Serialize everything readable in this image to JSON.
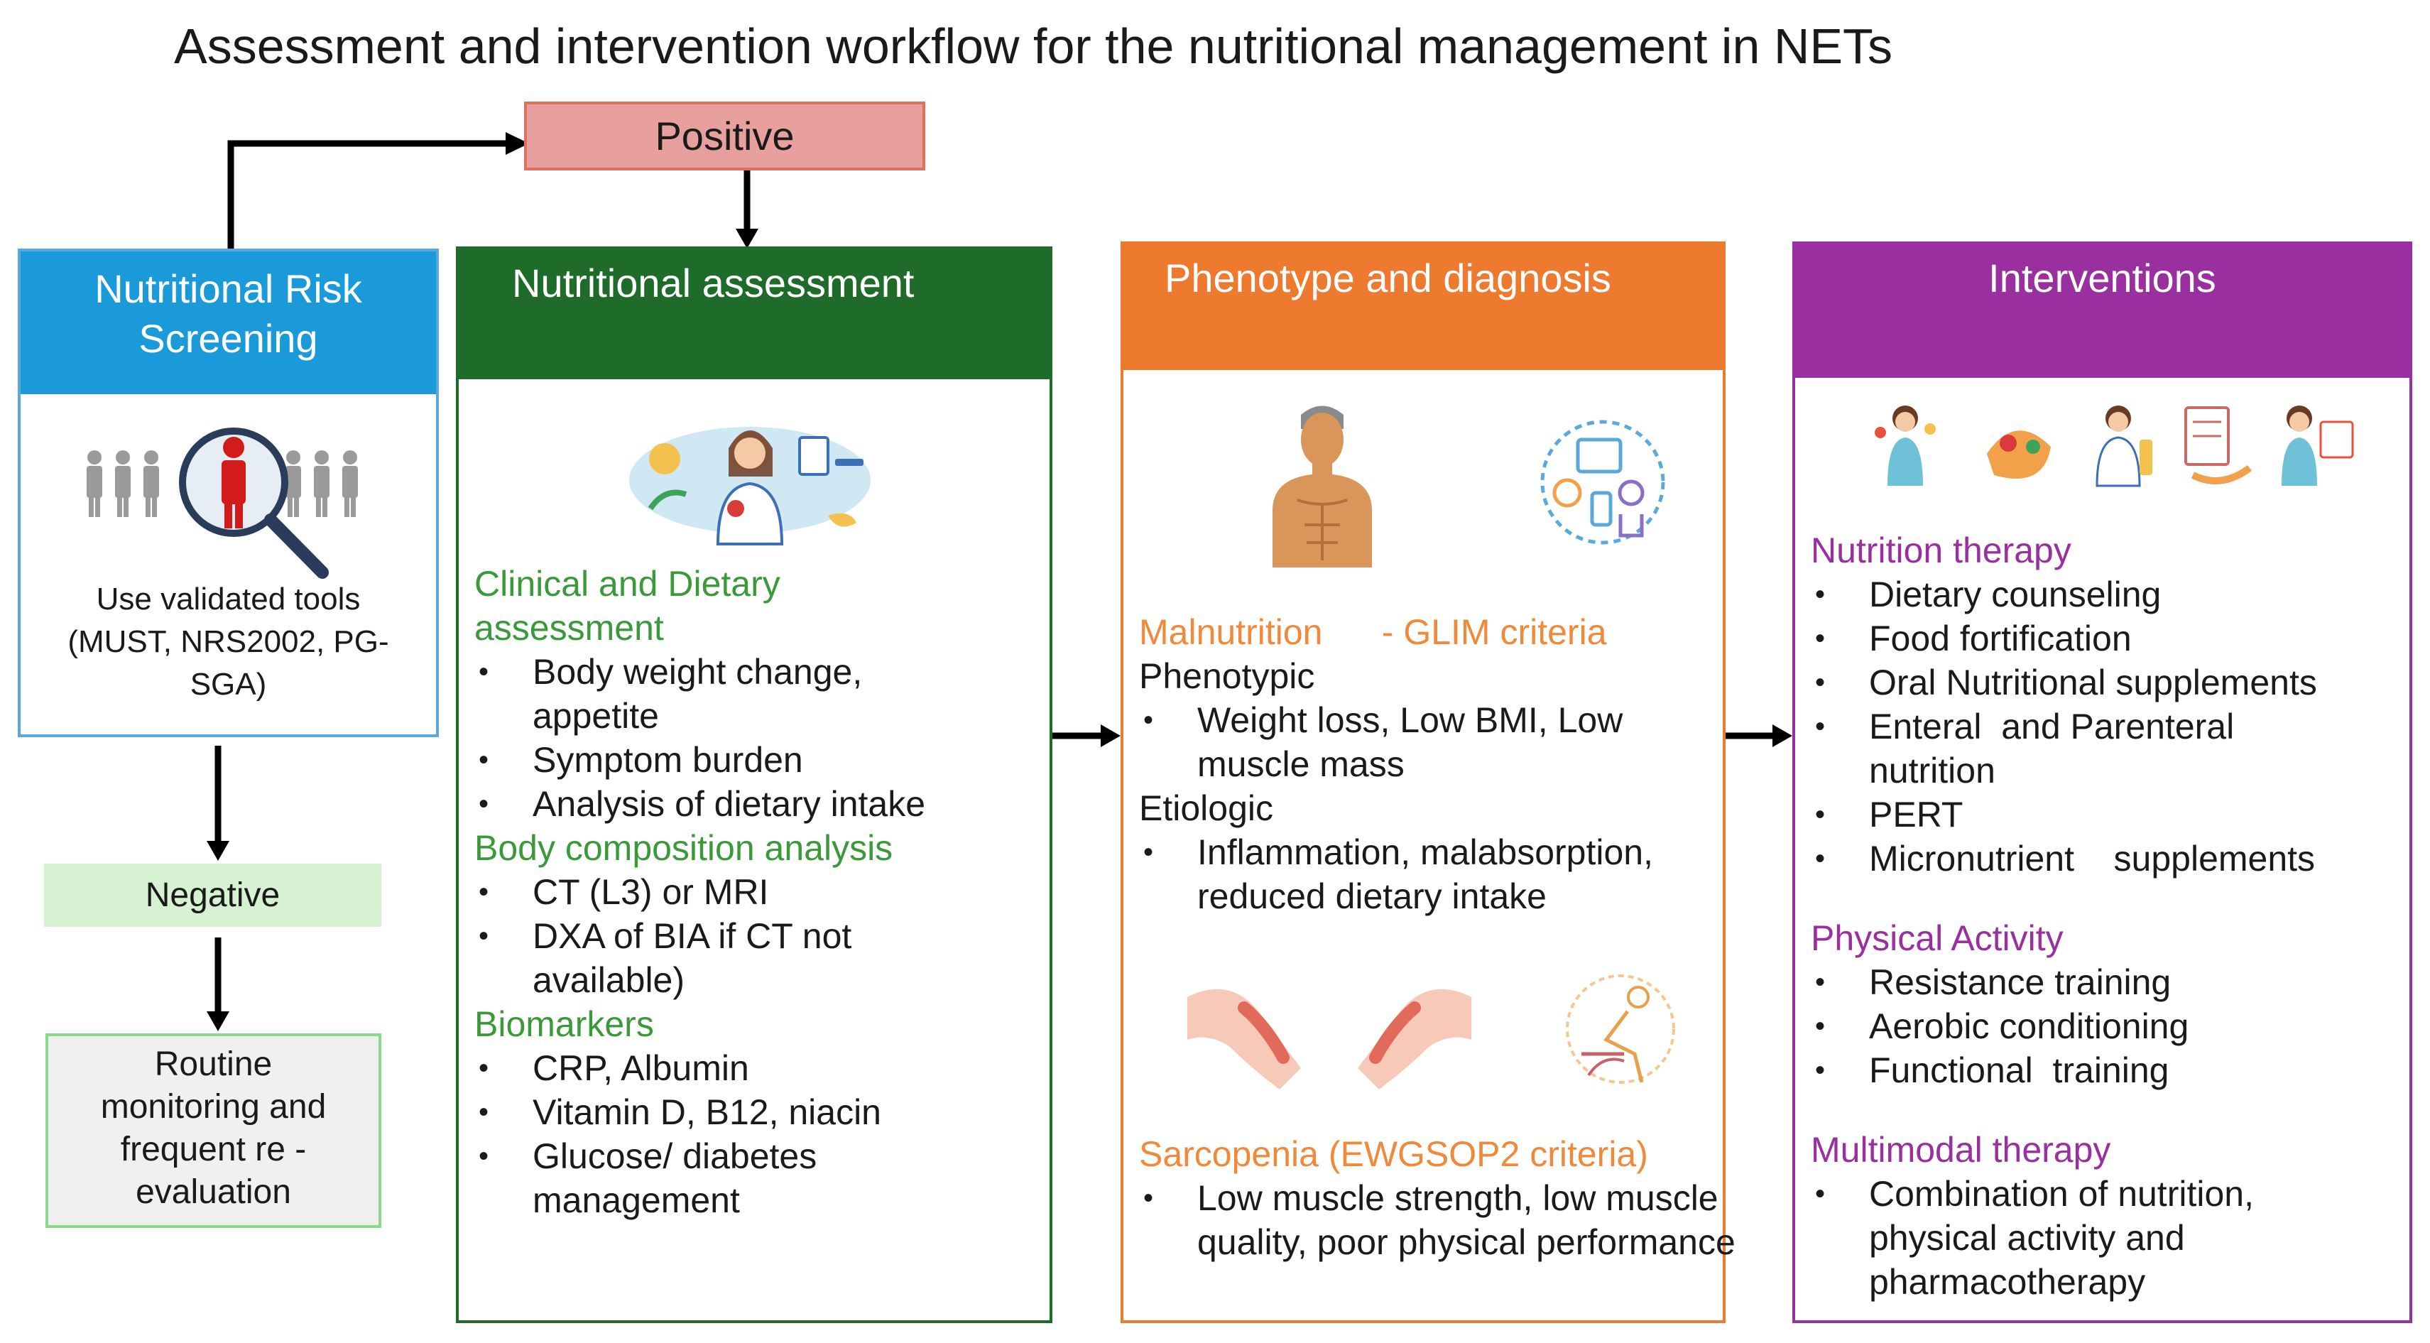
{
  "title": "Assessment and intervention workflow for the nutritional management in NETs",
  "positive_label": "Positive",
  "negative_label": "Negative",
  "routine": {
    "line1": "Routine",
    "line2": "monitoring and",
    "line3": "frequent re  -",
    "line4": "evaluation"
  },
  "screening": {
    "header_line1": "Nutritional Risk",
    "header_line2": "Screening",
    "text_line1": "Use validated tools",
    "text_line2": "(MUST, NRS2002, PG-",
    "text_line3": "SGA)"
  },
  "assessment": {
    "header": "Nutritional assessment",
    "sections": [
      {
        "heading": "Clinical and Dietary assessment",
        "items": [
          "Body weight change, appetite",
          "Symptom burden",
          "Analysis of dietary intake"
        ]
      },
      {
        "heading": "Body composition analysis",
        "items": [
          "CT (L3) or MRI",
          "DXA of BIA if CT not available)"
        ]
      },
      {
        "heading": "Biomarkers",
        "items": [
          "CRP, Albumin",
          "Vitamin D, B12, niacin",
          "Glucose/ diabetes management"
        ]
      }
    ]
  },
  "phenotype": {
    "header": "Phenotype and diagnosis",
    "malnutrition_heading": "Malnutrition      - GLIM criteria",
    "phenotypic_label": "Phenotypic",
    "phenotypic_items": [
      "Weight loss, Low BMI, Low muscle mass"
    ],
    "etiologic_label": "Etiologic",
    "etiologic_items": [
      "Inflammation, malabsorption, reduced dietary intake"
    ],
    "sarcopenia_heading": "Sarcopenia (EWGSOP2 criteria)",
    "sarcopenia_items": [
      "Low muscle strength, low muscle quality, poor physical performance"
    ]
  },
  "interventions": {
    "header": "Interventions",
    "sections": [
      {
        "heading": "Nutrition therapy",
        "items": [
          "Dietary counseling",
          "Food fortification",
          "Oral Nutritional supplements",
          "Enteral  and Parenteral nutrition",
          "PERT",
          "Micronutrient    supplements"
        ]
      },
      {
        "heading": "Physical Activity",
        "items": [
          "Resistance training",
          "Aerobic conditioning",
          "Functional  training"
        ]
      },
      {
        "heading": "Multimodal therapy",
        "items": [
          "Combination of nutrition, physical activity and pharmacotherapy"
        ]
      }
    ]
  },
  "colors": {
    "screening": "#1a9ad8",
    "assessment": "#1e6b2a",
    "phenotype": "#ee7a30",
    "interventions": "#9a2fa0",
    "positive_fill": "#e8a09e",
    "negative_fill": "#d6f2d3"
  },
  "icons": [
    "crowd-magnifier-icon",
    "dietitian-illustration-icon",
    "male-torso-icon",
    "diet-circle-icon",
    "arm-muscles-icon",
    "exercise-illustration-icon",
    "interventions-illustrations-icon"
  ]
}
